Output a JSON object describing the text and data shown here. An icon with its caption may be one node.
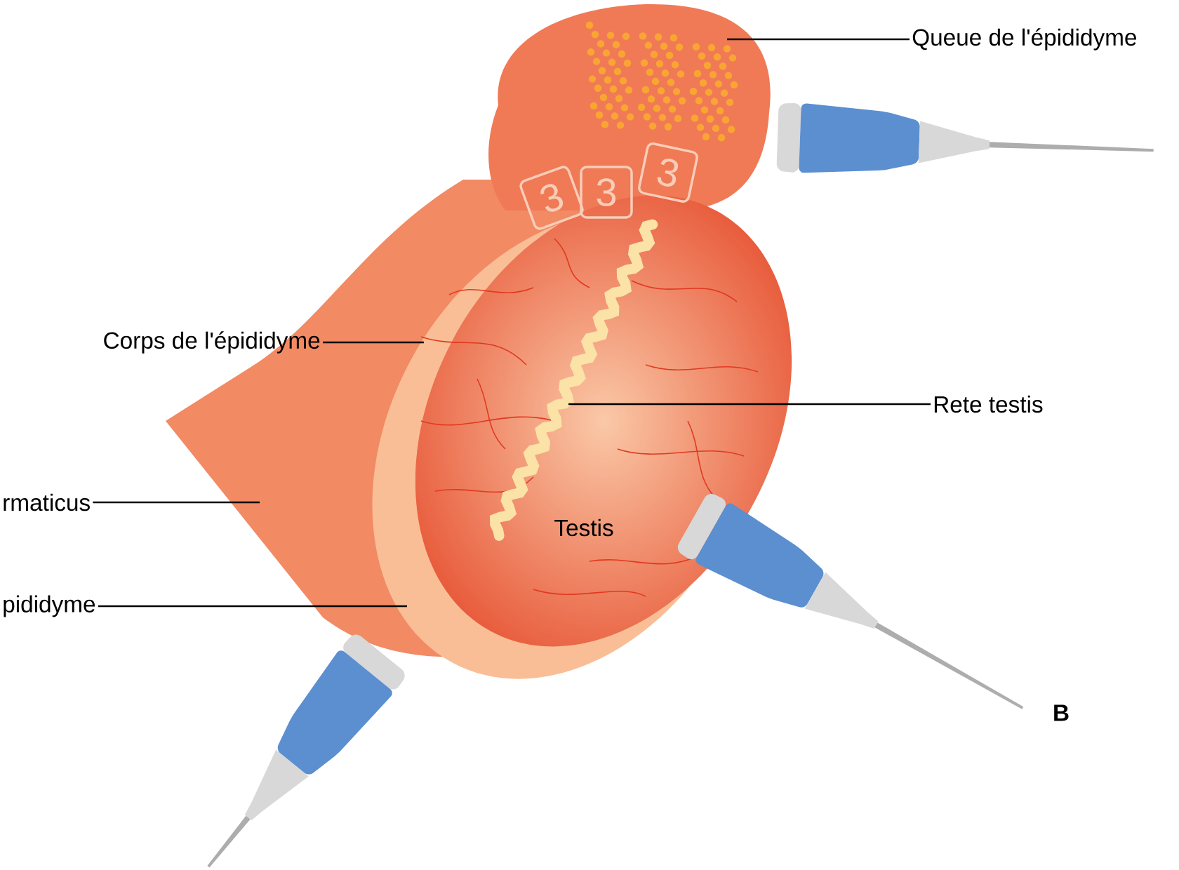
{
  "diagram": {
    "nodes": [
      {
        "text": [
          "Queue de l'épididyme"
        ]
      },
      {
        "text": [
          "Corps de l'épididyme"
        ]
      },
      {
        "text": [
          "Rete testis"
        ]
      },
      {
        "text": [
          "rmaticus"
        ]
      },
      {
        "text": [
          "pididyme"
        ]
      },
      {
        "text": [
          "3"
        ]
      },
      {
        "text": [
          "3"
        ]
      },
      {
        "text": [
          "3"
        ]
      }
    ],
    "edges": [
      {
        "from": 0,
        "to": null,
        "arrow": "none"
      },
      {
        "from": 1,
        "to": null,
        "arrow": "none"
      },
      {
        "from": 2,
        "to": null,
        "arrow": "none"
      },
      {
        "from": 3,
        "to": null,
        "arrow": "none"
      },
      {
        "from": 4,
        "to": null,
        "arrow": "none"
      }
    ],
    "labels": [
      "Testis",
      "B"
    ]
  }
}
